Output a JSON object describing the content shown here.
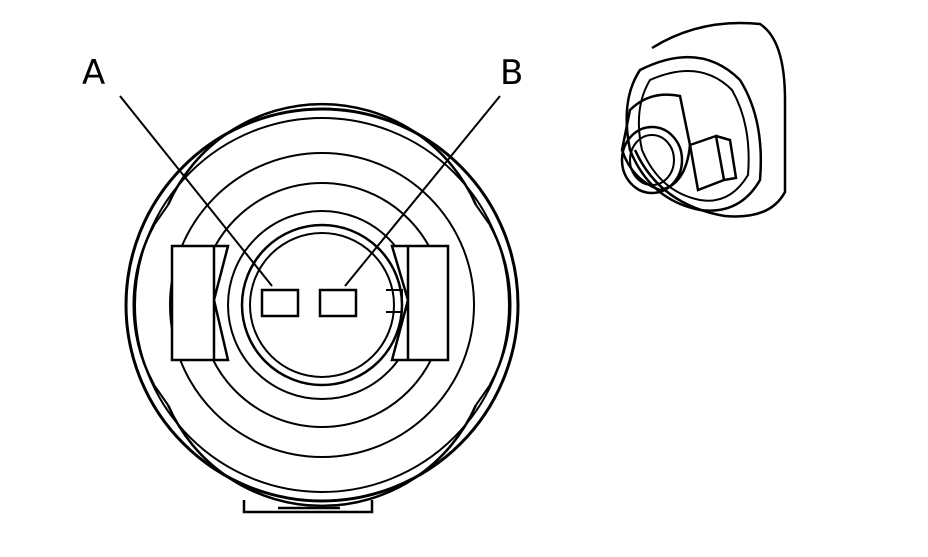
{
  "diagram": {
    "callouts": [
      {
        "id": "A",
        "label": "A"
      },
      {
        "id": "B",
        "label": "B"
      }
    ],
    "colors": {
      "stroke": "#000000",
      "background": "#ffffff"
    }
  }
}
